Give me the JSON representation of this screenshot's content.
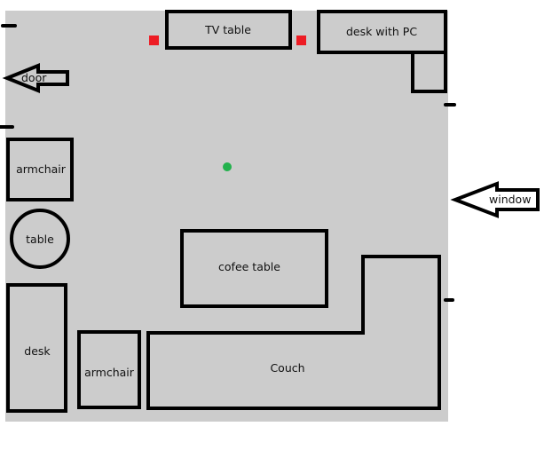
{
  "title": "Room floor plan",
  "labels": {
    "tv_table": "TV table",
    "desk_with_pc": "desk with PC",
    "door": "door",
    "window": "window",
    "armchair_left": "armchair",
    "table": "table",
    "desk": "desk",
    "armchair_bottom": "armchair",
    "coffee_table": "cofee table",
    "couch": "Couch"
  },
  "colors": {
    "floor": "#cccccc",
    "outline": "#000000",
    "speaker_markers": "#ed1c24",
    "position_dot": "#22b14c"
  }
}
